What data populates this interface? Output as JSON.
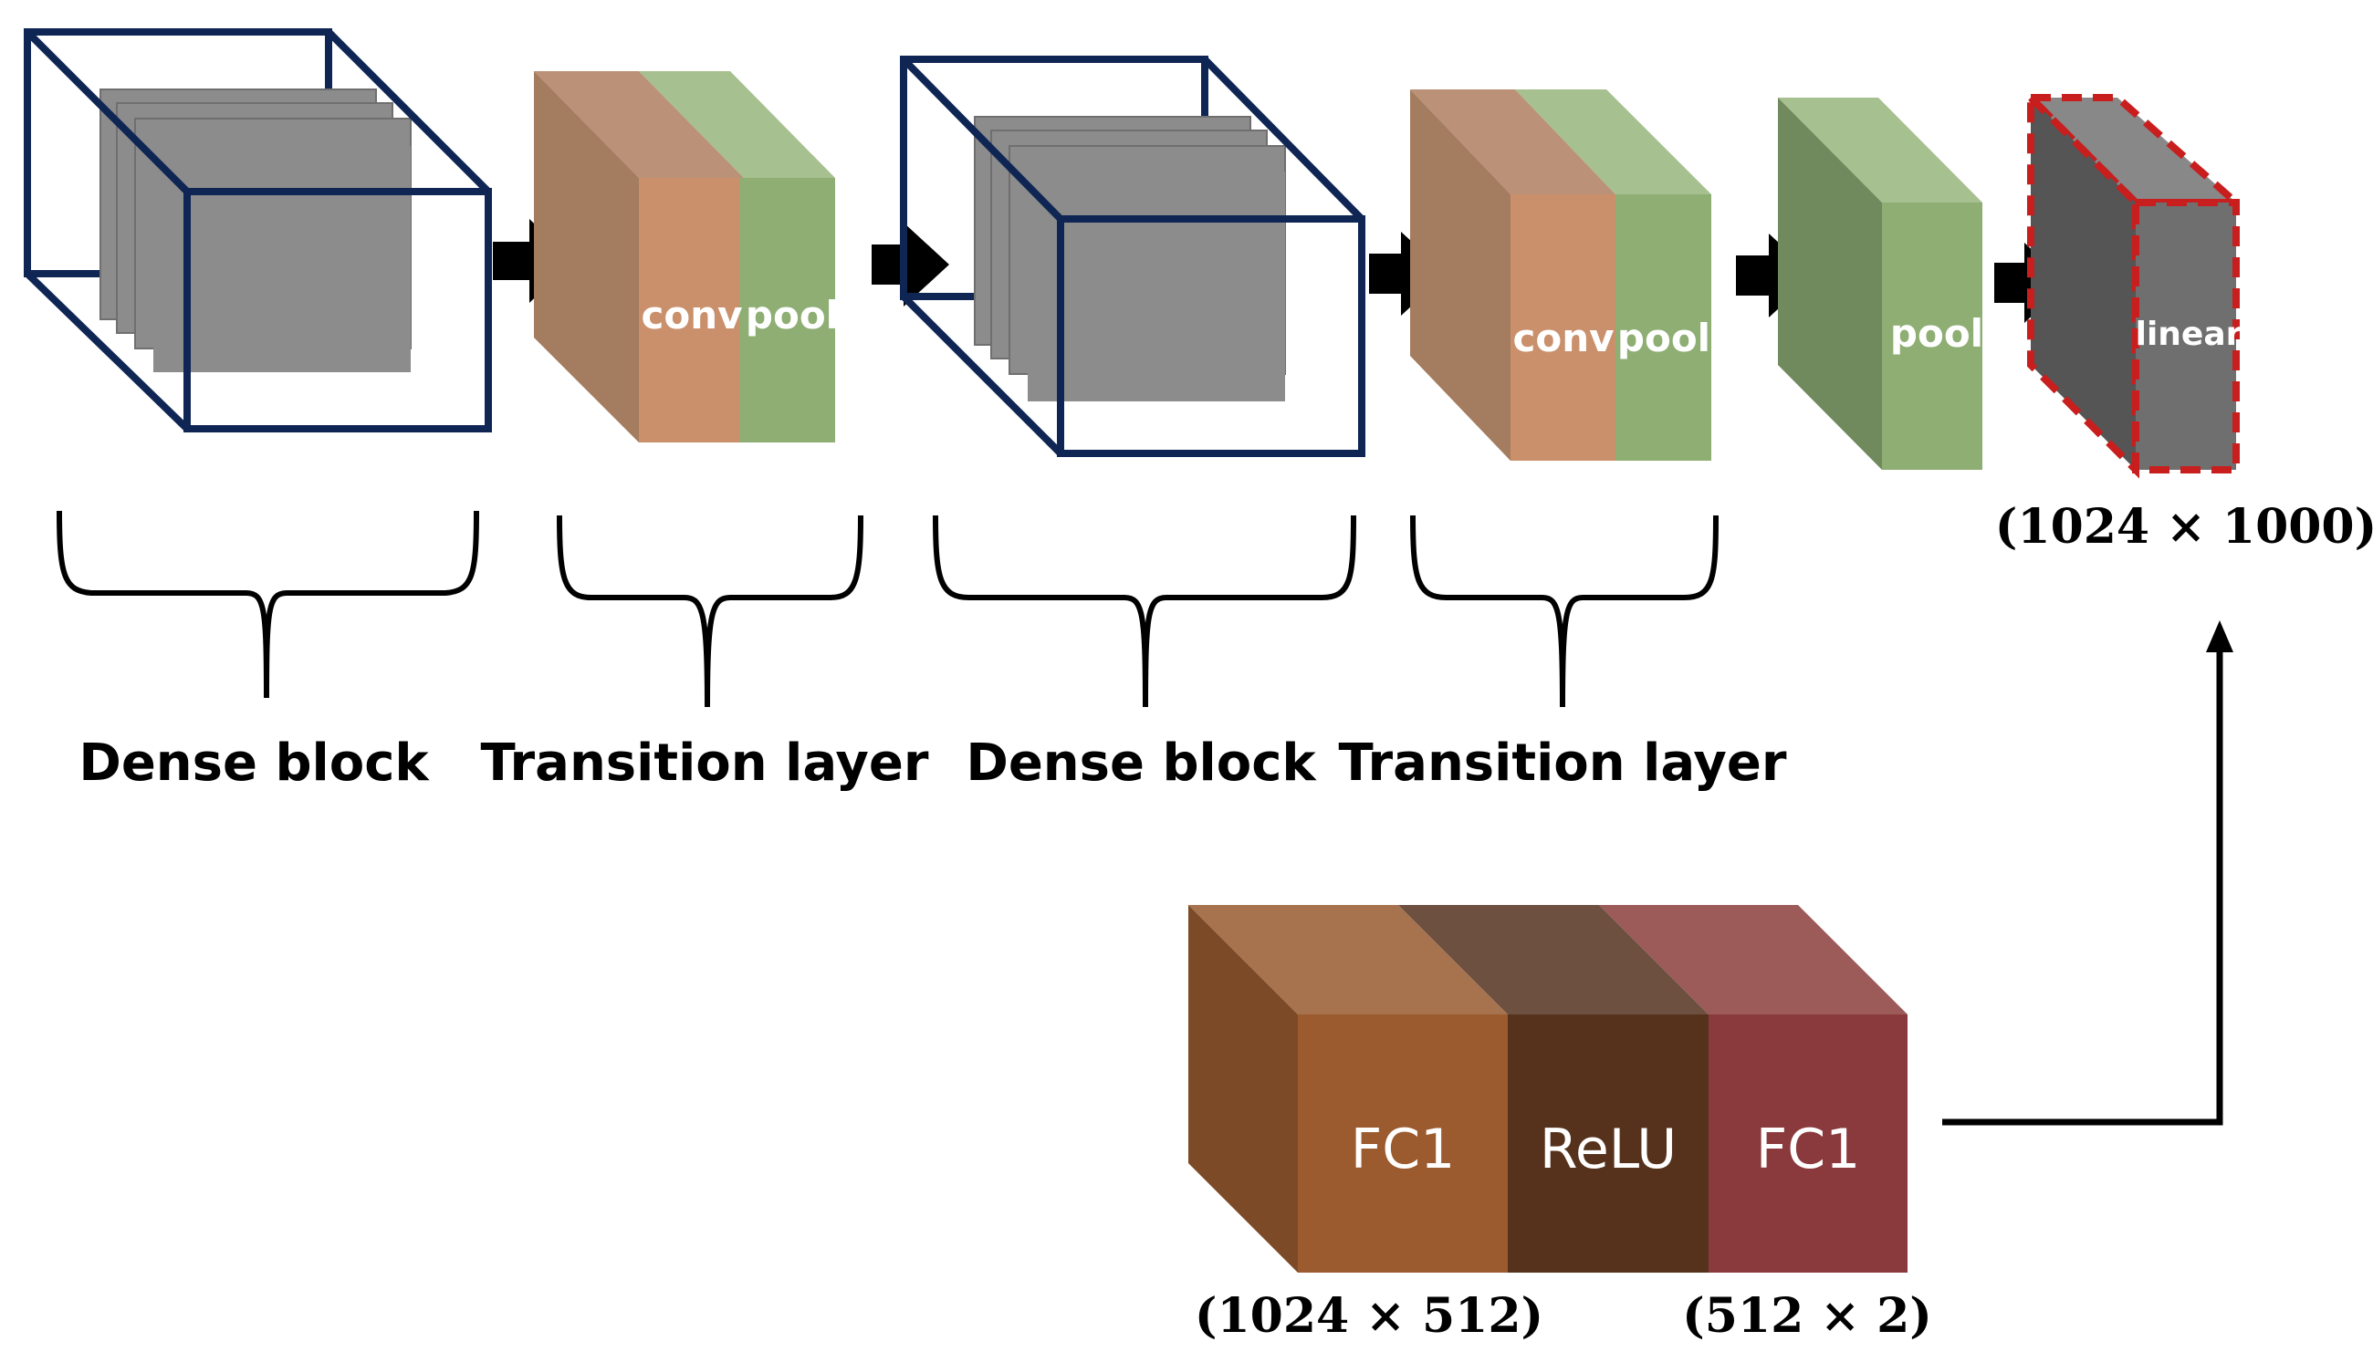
{
  "labels": {
    "dense_block_1": "Dense block",
    "transition_layer_1": "Transition layer",
    "dense_block_2": "Dense block",
    "transition_layer_2": "Transition layer"
  },
  "blocks": {
    "t1_conv": "conv",
    "t1_pool": "pool",
    "t2_conv": "conv",
    "t2_pool": "pool",
    "final_pool": "pool",
    "linear": "linear",
    "fc1_a": "FC1",
    "relu": "ReLU",
    "fc1_b": "FC1"
  },
  "dims": {
    "linear": "(1024 × 1000)",
    "fc1_a": "(1024 × 512)",
    "fc1_b": "(512 × 2)"
  },
  "colors": {
    "dense_outline": "#0f2654",
    "feature_map": "#8c8c8c",
    "conv": "#c9906b",
    "pool": "#8eae74",
    "linear_border": "#c81e1e",
    "fc1_a": "#9c5a2f",
    "relu": "#56321c",
    "fc1_b": "#8a3a3c"
  }
}
